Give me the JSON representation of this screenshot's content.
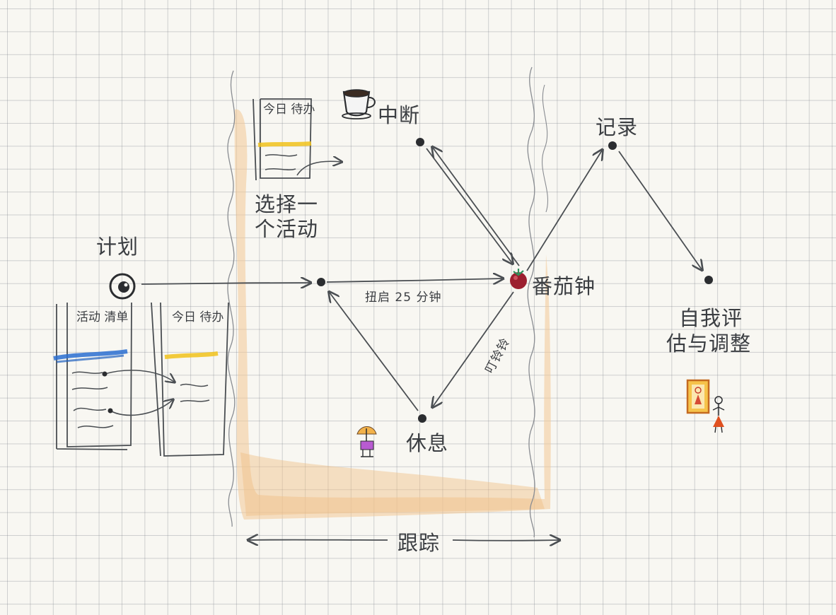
{
  "labels": {
    "plan": "计划",
    "choose_line1": "选择一",
    "choose_line2": "个活动",
    "interrupt": "中断",
    "record": "记录",
    "pomodoro": "番茄钟",
    "start_25": "扭启 25 分钟",
    "ding": "叮铃铃",
    "rest": "休息",
    "assess_line1": "自我评",
    "assess_line2": "估与调整",
    "track": "跟踪"
  },
  "cards": {
    "activity_list_line1": "活动",
    "activity_list_line2": "清单",
    "todo_today_line1": "今日",
    "todo_today_line2": "待办"
  },
  "colors": {
    "ink": "#4a4e52",
    "grid": "#8c9099",
    "paper": "#f8f7f2",
    "watercolor": "#f2c996",
    "highlight_yellow": "#f1c21b",
    "highlight_blue": "#2a6fd1",
    "tomato": "#9c1f2f"
  },
  "icons": [
    "eye-icon",
    "coffee-cup-icon",
    "tomato-icon",
    "person-umbrella-icon",
    "mirror-portrait-icon"
  ]
}
